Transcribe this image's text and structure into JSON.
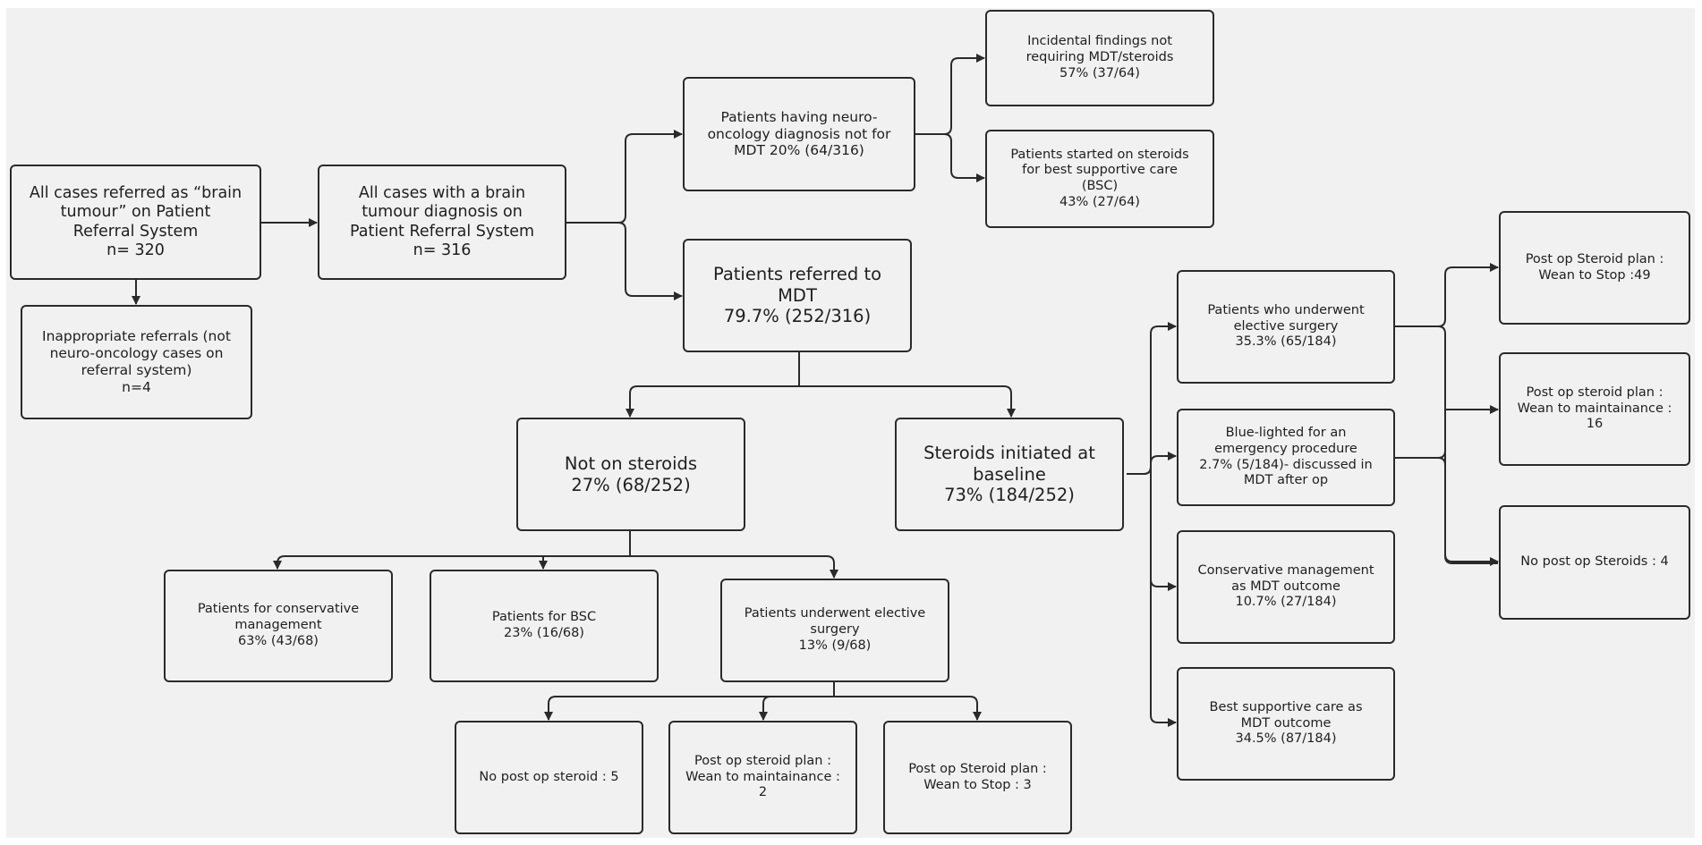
{
  "nodes": {
    "all_cases": "All cases referred as “brain\ntumour” on Patient\nReferral System\nn= 320",
    "inappropriate": "Inappropriate referrals (not\nneuro-oncology cases on\nreferral system)\nn=4",
    "brain_tumour": "All cases  with a brain\ntumour diagnosis on\nPatient Referral System\nn= 316",
    "not_for_mdt": "Patients having neuro-\noncology diagnosis not for\nMDT 20% (64/316)",
    "incidental": "Incidental findings not\nrequiring MDT/steroids\n57% (37/64)",
    "bsc_steroids": "Patients started on steroids\nfor best supportive care\n(BSC)\n43% (27/64)",
    "referred_mdt": "Patients referred to\nMDT\n79.7% (252/316)",
    "not_on_steroids": "Not on steroids\n27% (68/252)",
    "steroids_initiated": "Steroids initiated at\nbaseline\n73% (184/252)",
    "conservative_68": "Patients for conservative\nmanagement\n63% (43/68)",
    "bsc_68": "Patients for BSC\n23% (16/68)",
    "elective_68": "Patients underwent elective\nsurgery\n13% (9/68)",
    "no_postop_5": "No post op steroid : 5",
    "maint_2": "Post op steroid plan :\nWean to maintainance :\n2",
    "stop_3": "Post op Steroid plan :\nWean to Stop : 3",
    "elective_184": "Patients who underwent\nelective surgery\n35.3% (65/184)",
    "emergency_184": "Blue-lighted for an\nemergency procedure\n2.7%  (5/184)- discussed in\nMDT after op",
    "conservative_184": "Conservative management\nas MDT outcome\n10.7% (27/184)",
    "bsc_184": "Best supportive care as\nMDT outcome\n34.5% (87/184)",
    "stop_49": "Post op Steroid plan :\nWean to Stop :49",
    "maint_16": "Post op steroid plan :\nWean to maintainance :\n16",
    "no_postop_4": "No post op Steroids : 4"
  },
  "colors": {
    "panel": "#f1f1f1",
    "border": "#2a2a2a",
    "text": "#1f1f1f",
    "arrow": "#2a2a2a"
  }
}
